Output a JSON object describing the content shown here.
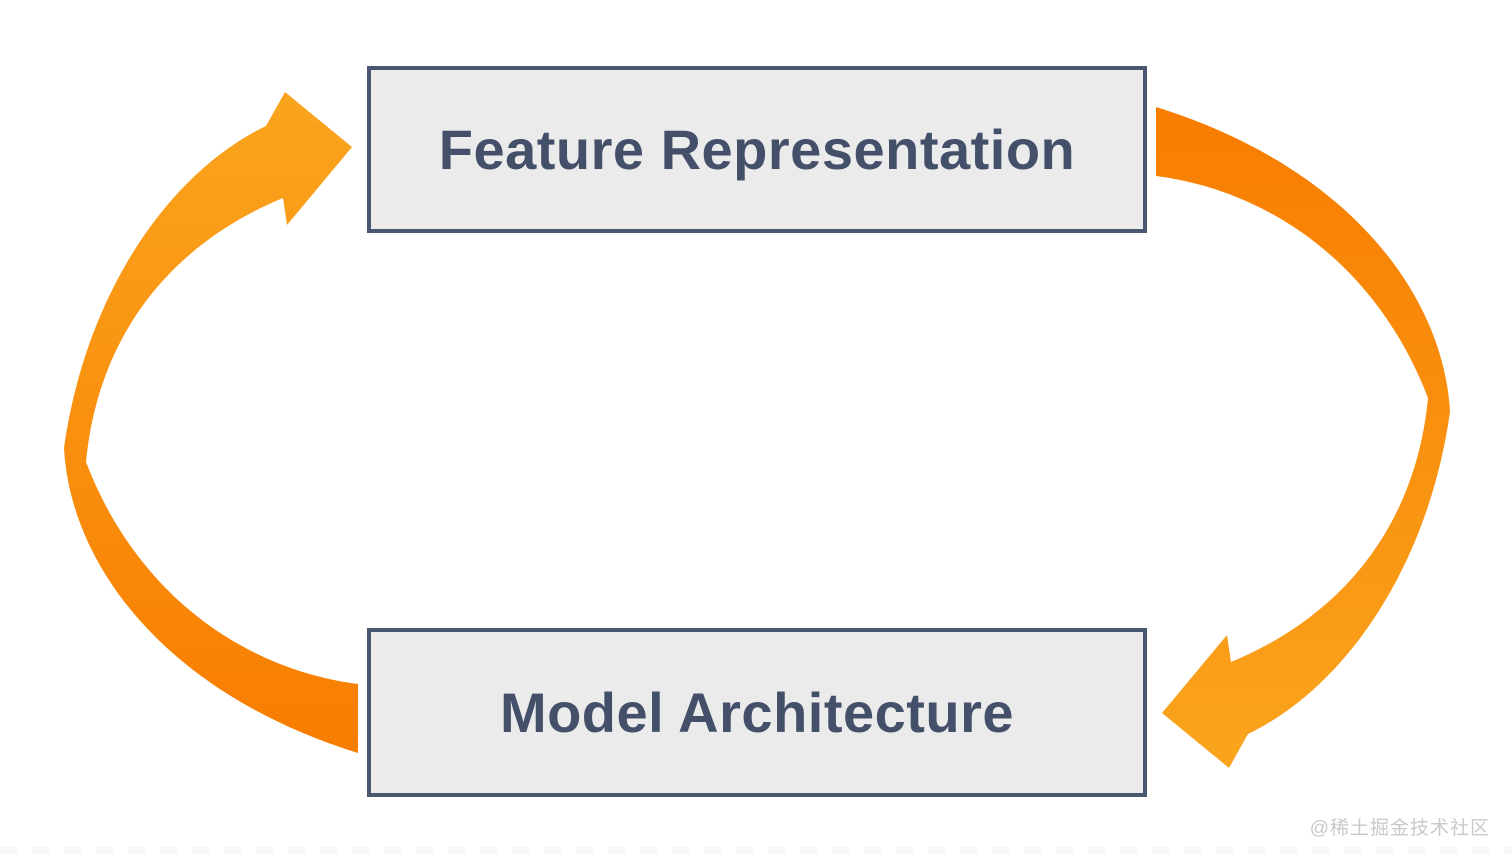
{
  "diagram": {
    "type": "cycle",
    "top_box_label": "Feature Representation",
    "bottom_box_label": "Model Architecture",
    "watermark": "@稀土掘金技术社区",
    "arrows": [
      {
        "side": "left",
        "direction": "up",
        "from": "Model Architecture",
        "to": "Feature Representation"
      },
      {
        "side": "right",
        "direction": "down",
        "from": "Feature Representation",
        "to": "Model Architecture"
      }
    ],
    "colors": {
      "arrow_light": "#FAA51E",
      "arrow_dark": "#F87C00",
      "box_fill": "#EBEBEB",
      "box_border": "#4A5770",
      "box_text": "#44506A",
      "watermark_text": "#C9C9C9",
      "background": "#FFFFFF"
    }
  }
}
